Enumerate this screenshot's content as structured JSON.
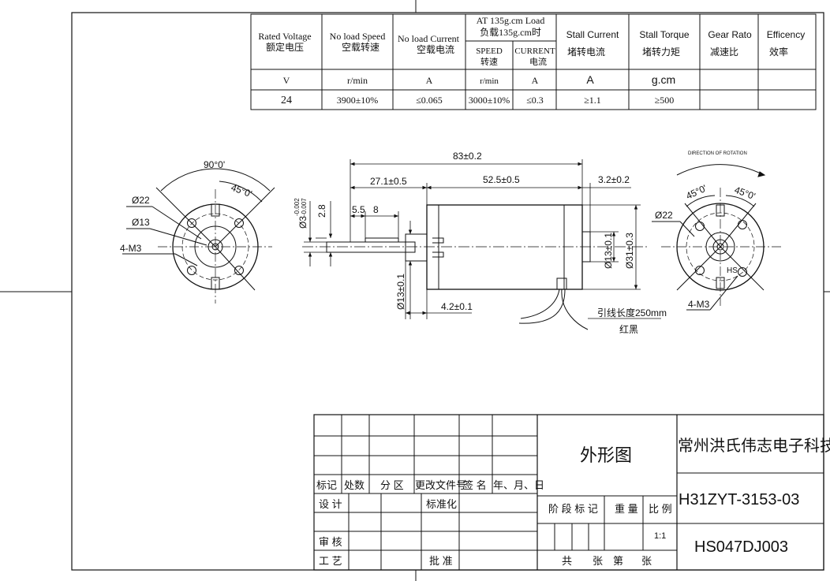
{
  "spec": {
    "headers": {
      "rated_voltage_en": "Rated Voltage",
      "rated_voltage_cn": "额定电压",
      "no_load_speed_en": "No load Speed",
      "no_load_speed_cn": "空载转速",
      "no_load_current_en": "No load Current",
      "no_load_current_cn": "空载电流",
      "load_en": "AT 135g.cm Load",
      "load_cn": "负载135g.cm时",
      "speed_en": "SPEED",
      "speed_cn": "转速",
      "current_en": "CURRENT",
      "current_cn": "电流",
      "stall_current_en": "Stall Current",
      "stall_current_cn": "堵转电流",
      "stall_torque_en": "Stall Torque",
      "stall_torque_cn": "堵转力矩",
      "gear_ratio_en": "Gear Rato",
      "gear_ratio_cn": "减速比",
      "efficiency_en": "Efficency",
      "efficiency_cn": "效率"
    },
    "units": [
      "V",
      "r/min",
      "A",
      "r/min",
      "A",
      "A",
      "g.cm",
      "",
      ""
    ],
    "values": [
      "24",
      "3900±10%",
      "≤0.065",
      "3000±10%",
      "≤0.3",
      "≥1.1",
      "≥500",
      "",
      ""
    ]
  },
  "left_view": {
    "angle_top": "90°0'",
    "angle_inner": "45°0'",
    "dia_outer": "Ø22",
    "dia_inner": "Ø13",
    "holes": "4-M3"
  },
  "side_view": {
    "overall_length": "83±0.2",
    "front_length": "27.1±0.5",
    "body_length": "52.5±0.5",
    "rear_length": "3.2±0.2",
    "shaft_flat_a": "5.5",
    "shaft_flat_b": "8",
    "flat_height": "2.8",
    "shaft_dia": "Ø3",
    "shaft_tol_upper": "-0.002",
    "shaft_tol_lower": "-0.007",
    "boss_dia": "Ø13±0.1",
    "rear_boss_dia": "Ø13±0.1",
    "body_dia": "Ø31±0.3",
    "boss_length": "4.2±0.1",
    "lead_length": "引线长度250mm",
    "lead_colors": "红黑"
  },
  "right_view": {
    "rotation_label": "DIRECTION OF ROTATION",
    "angle_left": "45°0'",
    "angle_right": "45°0'",
    "dia_outer": "Ø22",
    "hs_label": "HS",
    "holes": "4-M3"
  },
  "title_block": {
    "rev_headers": [
      "标记",
      "处数",
      "分 区",
      "更改文件号",
      "签 名",
      "年、月、日"
    ],
    "design": "设 计",
    "standardize": "标准化",
    "review": "审 核",
    "process": "工 艺",
    "approve": "批 准",
    "drawing_name": "外形图",
    "stage_mark": "阶 段 标 记",
    "weight": "重 量",
    "scale_label": "比 例",
    "scale_value": "1:1",
    "sheets": "共",
    "sheet_unit": "张",
    "sheet_no": "第",
    "sheet_unit2": "张",
    "company": "常州洪氏伟志电子科技",
    "part_number": "H31ZYT-3153-03",
    "model": "HS047DJ003"
  }
}
